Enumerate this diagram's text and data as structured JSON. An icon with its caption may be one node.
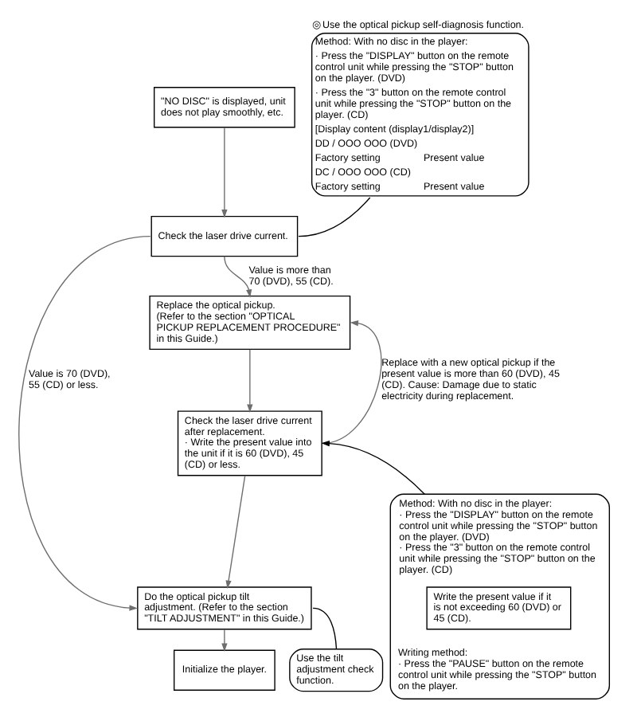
{
  "diagram": {
    "nodes": [
      {
        "text": [
          "\"NO DISC\" is displayed, unit does not play smoothly, etc."
        ]
      },
      {
        "text": [
          "Check the laser drive current."
        ]
      },
      {
        "text": [
          "Replace the optical pickup. (Refer to the section \"OPTICAL PICKUP REPLACEMENT PROCEDURE\" in this Guide.)"
        ]
      },
      {
        "text": [
          "Check the laser drive current after replacement.",
          "· Write the present value into the unit if it is 60 (DVD), 45 (CD) or less."
        ]
      },
      {
        "text": [
          "Do the optical pickup tilt adjustment. (Refer to the section \"TILT ADJUSTMENT\" in this Guide.)"
        ]
      },
      {
        "text": [
          "Initialize the player."
        ]
      },
      {
        "text": [
          "◎ Use the optical pickup self-diagnosis function.",
          "Method: With no disc in the player:",
          "· Press the \"DISPLAY\" button on the remote control unit while pressing the \"STOP\" button on the player. (DVD)",
          "· Press the \"3\" button on the remote control unit while pressing the \"STOP\" button on the player. (CD)",
          "[Display content (display1/display2)]",
          "DD / OOO OOO (DVD)",
          "Factory setting",
          "Present value",
          "DC / OOO OOO (CD)",
          "Factory setting",
          "Present value"
        ]
      },
      {
        "text": [
          "Method: With no disc in the player:",
          "· Press the \"DISPLAY\" button on the remote control unit while pressing the \"STOP\" button on the player. (DVD)",
          "· Press the \"3\" button on the remote control unit while pressing the \"STOP\" button on the player. (CD)",
          "Writing method:",
          "· Press the \"PAUSE\" button on the remote control unit while pressing the \"STOP\" button on the player."
        ]
      },
      {
        "text": [
          "Write the present value if it is not exceeding 60 (DVD) or 45 (CD)."
        ],
        "in": 7
      },
      {
        "text": [
          "Use the tilt adjustment check function."
        ]
      }
    ],
    "edges": [
      {
        "from": 0,
        "to": 1,
        "arrow": "to"
      },
      {
        "from": 1,
        "to": 4,
        "arrow": "to",
        "label": "Value is 70 (DVD), 55 (CD) or less."
      },
      {
        "from": 1,
        "to": 2,
        "arrow": "to",
        "label": "Value is more than 70 (DVD), 55 (CD)."
      },
      {
        "from": 2,
        "to": 3,
        "arrow": "to"
      },
      {
        "from": 3,
        "to": 2,
        "arrow": "to",
        "label": "Replace with a new optical pickup if the present value is more than 60 (DVD), 45 (CD). Cause: Damage due to static electricity during replacement."
      },
      {
        "from": 3,
        "to": 4,
        "arrow": "to"
      },
      {
        "from": 4,
        "to": 5,
        "arrow": "to"
      },
      {
        "from": 6,
        "to": 1,
        "arrow": "none",
        "color": "#000000"
      },
      {
        "from": 7,
        "to": 3,
        "arrow": "to",
        "color": "#000000"
      },
      {
        "from": 9,
        "to": 4,
        "arrow": "none",
        "color": "#000000"
      }
    ]
  }
}
